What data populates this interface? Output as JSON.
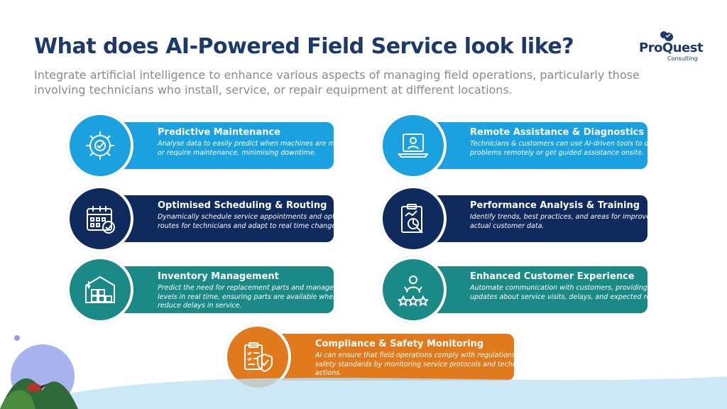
{
  "header": {
    "title": "What does AI-Powered Field Service look like?",
    "subtitle": "Integrate artificial intelligence to enhance various aspects of managing field operations, particularly those involving technicians who install, service, or repair equipment at different locations."
  },
  "logo": {
    "name": "ProQuest",
    "tagline": "Consulting"
  },
  "colors": {
    "blue": "#1ba0e0",
    "navy": "#0f2a5c",
    "teal": "#1b8a86",
    "orange": "#e07a1c",
    "title": "#1b3a6b"
  },
  "cards": [
    {
      "title": "Predictive Maintenance",
      "desc": "Analyse data to easily predict when machines are most likely to fail or require maintenance, minimising downtime.",
      "icon": "gear-wrench-icon"
    },
    {
      "title": "Remote Assistance & Diagnostics",
      "desc": "Technicians & customers can use AI-driven tools to diagnose problems remotely or get guided assistance onsite.",
      "icon": "laptop-user-icon"
    },
    {
      "title": "Optimised Scheduling & Routing",
      "desc": "Dynamically schedule service appointments and optimise travel routes for technicians and adapt to real time changes.",
      "icon": "calendar-check-icon"
    },
    {
      "title": "Performance Analysis & Training",
      "desc": "Identify trends, best practices, and areas for improvement based on actual customer data.",
      "icon": "clipboard-chart-icon"
    },
    {
      "title": "Inventory Management",
      "desc": "Predict the need for replacement parts and manage the inventory levels in real time, ensuring parts are available when needed to reduce delays in service.",
      "icon": "warehouse-icon"
    },
    {
      "title": "Enhanced Customer Experience",
      "desc": "Automate communication with customers, providing real-time updates about service visits, delays, and expected resolution times.",
      "icon": "user-stars-icon"
    },
    {
      "title": "Compliance & Safety Monitoring",
      "desc": "AI can ensure that field operations comply with regulations and safety standards by monitoring service protocols and technician actions.",
      "icon": "checklist-shield-icon"
    }
  ]
}
